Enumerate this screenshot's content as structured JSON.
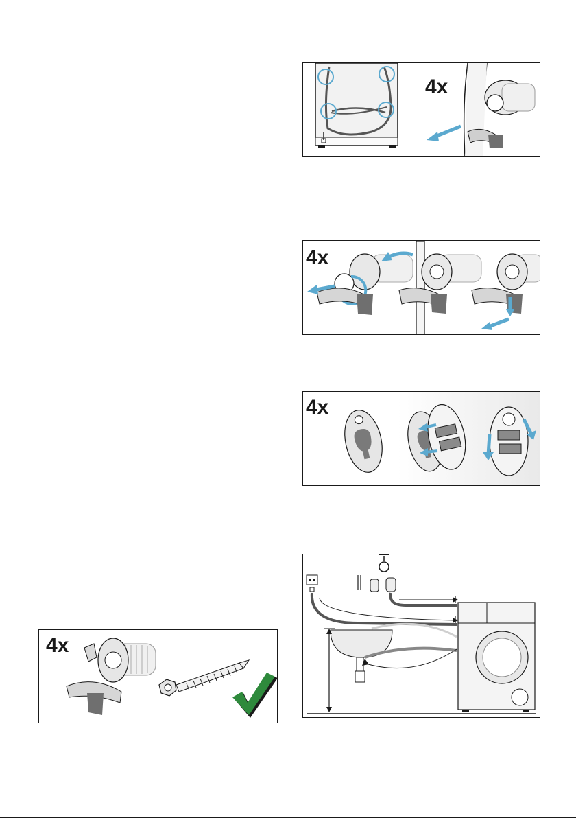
{
  "steps": [
    {
      "count_label": "4x"
    },
    {
      "count_label": "4x"
    },
    {
      "count_label": "4x"
    }
  ],
  "accessories": {
    "count_label": "4x"
  },
  "colors": {
    "outline": "#1a1a1a",
    "arrow_blue": "#5ba9cf",
    "check_green": "#2e8a3c",
    "part_gray": "#7a7a7a",
    "part_light": "#e6e6e6"
  }
}
